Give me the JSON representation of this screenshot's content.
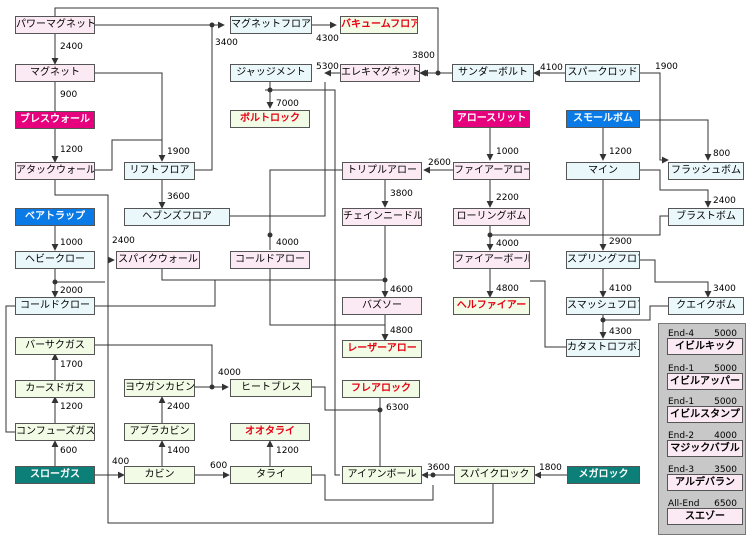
{
  "nodes": {
    "power_magnet": "パワーマグネット",
    "magnet_floor": "マグネットフロア",
    "vacuum_floor": "バキュームフロア",
    "magnet": "マグネット",
    "judgement": "ジャッジメント",
    "elekimagnet": "エレキマグネット",
    "thunderbolt": "サンダーボルト",
    "sparkrod": "スパークロッド",
    "breath_wall": "ブレスウォール",
    "bolt_rock": "ボルトロック",
    "arrow_slit": "アロースリット",
    "small_bomb": "スモールボム",
    "attack_wall": "アタックウォール",
    "lift_floor": "リフトフロア",
    "triple_arrow": "トリプルアロー",
    "fire_arrow": "ファイアーアロー",
    "mine": "マイン",
    "flash_bomb": "フラッシュボム",
    "bear_trap": "ベアトラップ",
    "heavens_floor": "ヘブンズフロア",
    "chain_needle": "チェインニードル",
    "rolling_bomb": "ローリングボム",
    "blast_bomb": "ブラストボム",
    "heavy_claw": "ヘビークロー",
    "spike_wall": "スパイクウォール",
    "cold_arrow": "コールドアロー",
    "fire_ball": "ファイアーボール",
    "spring_floor": "スプリングフロア",
    "cold_claw": "コールドクロー",
    "buzzsaw": "バズソー",
    "hell_fire": "ヘルファイアー",
    "smash_floor": "スマッシュフロア",
    "quake_bomb": "クエイクボム",
    "laser_arrow": "レーザーアロー",
    "catastrophe_bomb": "カタストロフボム",
    "berserk_gas": "バーサクガス",
    "yougan_kabin": "ヨウガンカビン",
    "heat_breath": "ヒートブレス",
    "curse_gas": "カースドガス",
    "flare_rock": "フレアロック",
    "confuse_gas": "コンフューズガス",
    "abura_kabin": "アブラカビン",
    "ootarai": "オオタライ",
    "slow_gas": "スローガス",
    "kabin": "カビン",
    "tarai": "タライ",
    "iron_ball": "アイアンボール",
    "spike_rock": "スパイクロック",
    "mega_rock": "メガロック"
  },
  "costs": {
    "c2400a": "2400",
    "c3400": "3400",
    "c4300": "4300",
    "c900": "900",
    "c5300": "5300",
    "c3800a": "3800",
    "c4100a": "4100",
    "c1900a": "1900",
    "c7000": "7000",
    "c1200a": "1200",
    "c1900b": "1900",
    "c2600": "2600",
    "c1000a": "1000",
    "c1200b": "1200",
    "c800": "800",
    "c3600a": "3600",
    "c3800b": "3800",
    "c2200": "2200",
    "c2400b": "2400",
    "c1000b": "1000",
    "c2400c": "2400",
    "c4000a": "4000",
    "c4000b": "4000",
    "c2900": "2900",
    "c2000": "2000",
    "c4600": "4600",
    "c4800a": "4800",
    "c4100b": "4100",
    "c3400b": "3400",
    "c4300b": "4300",
    "c4800b": "4800",
    "c1700": "1700",
    "c4000c": "4000",
    "c2400d": "2400",
    "c1200c": "1200",
    "c6300": "6300",
    "c1400": "1400",
    "c1200d": "1200",
    "c600a": "600",
    "c400": "400",
    "c600b": "600",
    "c3600b": "3600",
    "c1800": "1800"
  },
  "endings": [
    {
      "label": "End-4",
      "cost": "5000",
      "name": "イビルキック"
    },
    {
      "label": "End-1",
      "cost": "5000",
      "name": "イビルアッパー"
    },
    {
      "label": "End-1",
      "cost": "5000",
      "name": "イビルスタンプ"
    },
    {
      "label": "End-2",
      "cost": "4000",
      "name": "マジックバブル"
    },
    {
      "label": "End-3",
      "cost": "3500",
      "name": "アルデバラン"
    },
    {
      "label": "All-End",
      "cost": "6500",
      "name": "スエゾー"
    }
  ]
}
